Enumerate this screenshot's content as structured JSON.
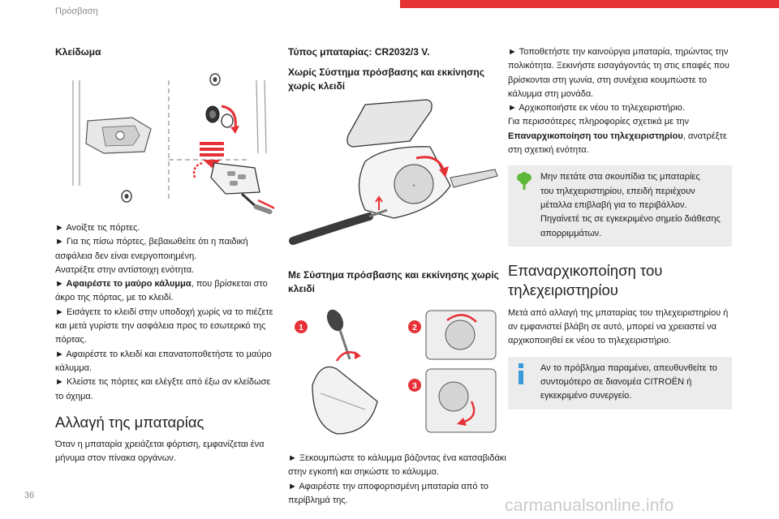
{
  "header": {
    "section_title": "Πρόσβαση"
  },
  "page_number": "36",
  "watermark": "carmanualsonline.info",
  "col1": {
    "heading": "Κλείδωμα",
    "steps": [
      "► Ανοίξτε τις πόρτες.",
      "► Για τις πίσω πόρτες, βεβαιωθείτε ότι η παιδική ασφάλεια δεν είναι ενεργοποιημένη.",
      "Ανατρέξτε στην αντίστοιχη ενότητα.",
      {
        "bold": "► Αφαιρέστε το μαύρο κάλυμμα",
        "rest": ", που βρίσκεται στο άκρο της πόρτας, με το κλειδί."
      },
      "► Εισάγετε το κλειδί στην υποδοχή χωρίς να το πιέζετε και μετά γυρίστε την ασφάλεια προς το εσωτερικό της πόρτας.",
      "► Αφαιρέστε το κλειδί και επανατοποθετήστε το μαύρο κάλυμμα.",
      "► Κλείστε τις πόρτες και ελέγξτε από έξω αν κλείδωσε το όχημα."
    ],
    "section_title": "Αλλαγή της μπαταρίας",
    "section_text": "Όταν η μπαταρία χρειάζεται φόρτιση, εμφανίζεται ένα μήνυμα στον πίνακα οργάνων."
  },
  "col2": {
    "battery_type": "Τύπος μπαταρίας: CR2032/3 V.",
    "heading_without": "Χωρίς Σύστημα πρόσβασης και εκκίνησης χωρίς κλειδί",
    "heading_with": "Με Σύστημα πρόσβασης και εκκίνησης χωρίς κλειδί",
    "callout_numbers": [
      "1",
      "2",
      "3"
    ],
    "steps": [
      "► Ξεκουμπώστε το κάλυμμα βάζοντας ένα κατσαβιδάκι στην εγκοπή και σηκώστε το κάλυμμα.",
      "► Αφαιρέστε την αποφορτισμένη μπαταρία από το περίβλημά της."
    ]
  },
  "col3": {
    "steps": [
      "► Τοποθετήστε την καινούργια μπαταρία, τηρώντας την πολικότητα. Ξεκινήστε εισαγάγοντάς τη στις επαφές που βρίσκονται στη γωνία, στη συνέχεια κουμπώστε το κάλυμμα στη μονάδα.",
      "► Αρχικοποιήστε εκ νέου το τηλεχειριστήριο.",
      "Για περισσότερες πληροφορίες σχετικά με την"
    ],
    "ref_bold": "Επαναρχικοποίηση του τηλεχειριστηρίου",
    "ref_rest": ", ανατρέξτε στη σχετική ενότητα.",
    "eco_note_first": "Μην πετάτε στα σκουπίδια τις μπαταρίες",
    "eco_note_rest": "του τηλεχειριστηρίου, επειδή περιέχουν μέταλλα επιβλαβή για το περιβάλλον. Πηγαίνετέ τις σε εγκεκριμένο σημείο διάθεσης απορριμμάτων.",
    "section_title": "Επαναρχικοποίηση του τηλεχειριστηρίου",
    "section_text": "Μετά από αλλαγή της μπαταρίας του τηλεχειριστηρίου ή αν εμφανιστεί βλάβη σε αυτό, μπορεί να χρειαστεί να αρχικοποιηθεί εκ νέου το τηλεχειριστήριο.",
    "info_note_first": "Αν το πρόβλημα παραμένει, απευθυνθείτε το",
    "info_note_rest": "συντομότερο σε διανομέα CITROËN ή εγκεκριμένο συνεργείο."
  },
  "colors": {
    "accent_red": "#e63237",
    "eco_green": "#5db93a",
    "info_blue": "#3a9ad9",
    "note_bg": "#ececec"
  }
}
